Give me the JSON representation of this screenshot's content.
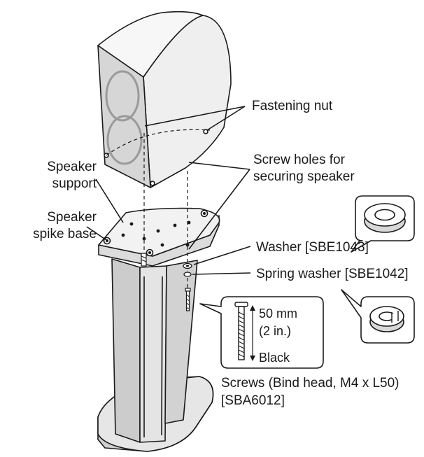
{
  "labels": {
    "fastening_nut": "Fastening nut",
    "screw_holes_l1": "Screw holes for",
    "screw_holes_l2": "securing speaker",
    "speaker_support_l1": "Speaker",
    "speaker_support_l2": "support",
    "spike_base_l1": "Speaker",
    "spike_base_l2": "spike base",
    "washer": "Washer [SBE1043]",
    "spring_washer": "Spring washer [SBE1042]",
    "screws_l1": "Screws (Bind head, M4 x L50)",
    "screws_l2": "[SBA6012]"
  },
  "screw_detail": {
    "length": "50 mm",
    "length_in": "(2 in.)",
    "color": "Black"
  },
  "colors": {
    "speaker_front": "#d6d6d6",
    "speaker_side": "#efefef",
    "stand_top": "#f2f2f2",
    "stand_legs": "#d0d0d0",
    "stand_base": "#cfcfcf",
    "outline": "#1a1a1a"
  }
}
